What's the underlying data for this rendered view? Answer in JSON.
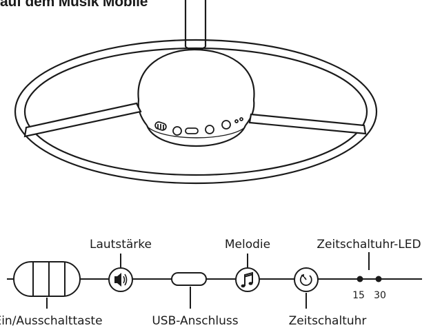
{
  "header": {
    "title": "auf dem Musik Mobile"
  },
  "controls": {
    "power": "Ein/Ausschalttaste",
    "volume": "Lautstärke",
    "usb": "USB-Anschluss",
    "melody": "Melodie",
    "timer": "Zeitschaltuhr",
    "timer_led": "Zeitschaltuhr-LED",
    "led_15": "15",
    "led_30": "30"
  }
}
